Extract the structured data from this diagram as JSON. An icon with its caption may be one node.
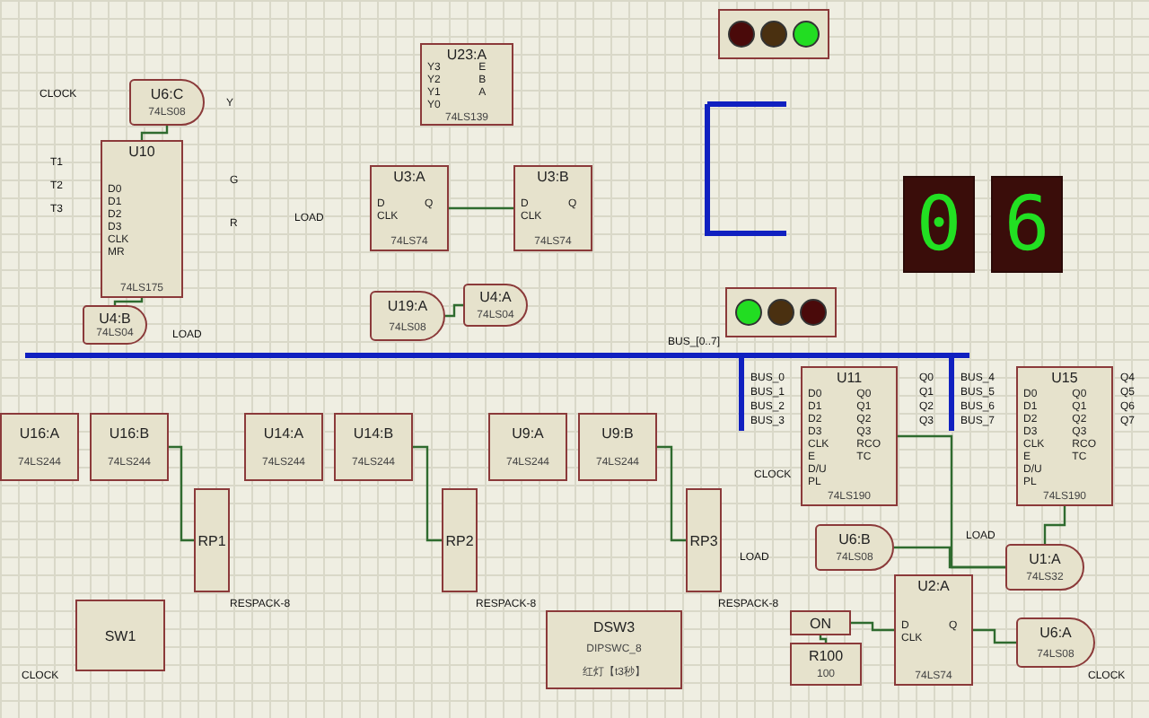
{
  "diagram": {
    "nodes": [
      {
        "text": [
          "U6:C",
          "74LS08"
        ]
      },
      {
        "text": [
          "U10",
          "D0",
          "D1",
          "D2",
          "D3",
          "CLK",
          "MR",
          "74LS175"
        ]
      },
      {
        "text": [
          "U4:B",
          "74LS04"
        ]
      },
      {
        "text": [
          "U23:A",
          "Y3",
          "Y2",
          "Y1",
          "Y0",
          "E",
          "B",
          "A",
          "74LS139"
        ]
      },
      {
        "text": [
          "U3:A",
          "D",
          "CLK",
          "Q",
          "74LS74"
        ]
      },
      {
        "text": [
          "U3:B",
          "D",
          "CLK",
          "Q",
          "74LS74"
        ]
      },
      {
        "text": [
          "U19:A",
          "74LS08"
        ]
      },
      {
        "text": [
          "U4:A",
          "74LS04"
        ]
      },
      {
        "text": [],
        "shape": "box"
      },
      {
        "text": [],
        "shape": "box"
      },
      {
        "text": [
          "0"
        ]
      },
      {
        "text": [
          "6"
        ]
      },
      {
        "text": [
          "U16:A",
          "74LS244"
        ]
      },
      {
        "text": [
          "U16:B",
          "74LS244"
        ]
      },
      {
        "text": [
          "U14:A",
          "74LS244"
        ]
      },
      {
        "text": [
          "U14:B",
          "74LS244"
        ]
      },
      {
        "text": [
          "U9:A",
          "74LS244"
        ]
      },
      {
        "text": [
          "U9:B",
          "74LS244"
        ]
      },
      {
        "text": [
          "RP1"
        ]
      },
      {
        "text": [
          "RP2"
        ]
      },
      {
        "text": [
          "RP3"
        ]
      },
      {
        "text": [
          "U11",
          "D0",
          "D1",
          "D2",
          "D3",
          "CLK",
          "E",
          "D/U",
          "PL",
          "Q0",
          "Q1",
          "Q2",
          "Q3",
          "RCO",
          "TC",
          "74LS190"
        ]
      },
      {
        "text": [
          "U15",
          "D0",
          "D1",
          "D2",
          "D3",
          "CLK",
          "E",
          "D/U",
          "PL",
          "Q0",
          "Q1",
          "Q2",
          "Q3",
          "RCO",
          "TC",
          "74LS190"
        ]
      },
      {
        "text": [
          "U6:B",
          "74LS08"
        ]
      },
      {
        "text": [
          "U1:A",
          "74LS32"
        ]
      },
      {
        "text": [
          "SW1"
        ]
      },
      {
        "text": [
          "DSW3",
          "DIPSWC_8",
          "红灯【t3秒】"
        ]
      },
      {
        "text": [
          "ON"
        ]
      },
      {
        "text": [
          "R100",
          "100"
        ]
      },
      {
        "text": [
          "U2:A",
          "D",
          "CLK",
          "Q",
          "74LS74"
        ]
      },
      {
        "text": [
          "U6:A",
          "74LS08"
        ]
      }
    ],
    "edges": [
      {
        "from": 1,
        "to": 0,
        "arrow": "none"
      },
      {
        "from": 2,
        "to": 1,
        "arrow": "none"
      },
      {
        "from": 7,
        "to": 6,
        "arrow": "none"
      },
      {
        "from": 4,
        "to": 5,
        "arrow": "none"
      },
      {
        "from": 13,
        "to": 18,
        "arrow": "none"
      },
      {
        "from": 15,
        "to": 19,
        "arrow": "none"
      },
      {
        "from": 17,
        "to": 20,
        "arrow": "none"
      },
      {
        "from": 21,
        "to": 24,
        "arrow": "none"
      },
      {
        "from": 22,
        "to": 24,
        "arrow": "none"
      },
      {
        "from": 24,
        "to": 23,
        "arrow": "none"
      },
      {
        "from": 27,
        "to": 29,
        "arrow": "none"
      },
      {
        "from": 28,
        "to": 27,
        "arrow": "none"
      },
      {
        "from": 29,
        "to": 30,
        "arrow": "none"
      }
    ],
    "labels": [
      "CLOCK",
      "Y",
      "T1",
      "T2",
      "T3",
      "G",
      "R",
      "LOAD",
      "LOAD",
      "BUS_[0..7]",
      "BUS_0",
      "BUS_1",
      "BUS_2",
      "BUS_3",
      "BUS_4",
      "BUS_5",
      "BUS_6",
      "BUS_7",
      "Q0",
      "Q1",
      "Q2",
      "Q3",
      "Q4",
      "Q5",
      "Q6",
      "Q7",
      "CLOCK",
      "LOAD",
      "LOAD",
      "RESPACK-8",
      "RESPACK-8",
      "RESPACK-8",
      "CLOCK",
      "CLOCK"
    ]
  }
}
